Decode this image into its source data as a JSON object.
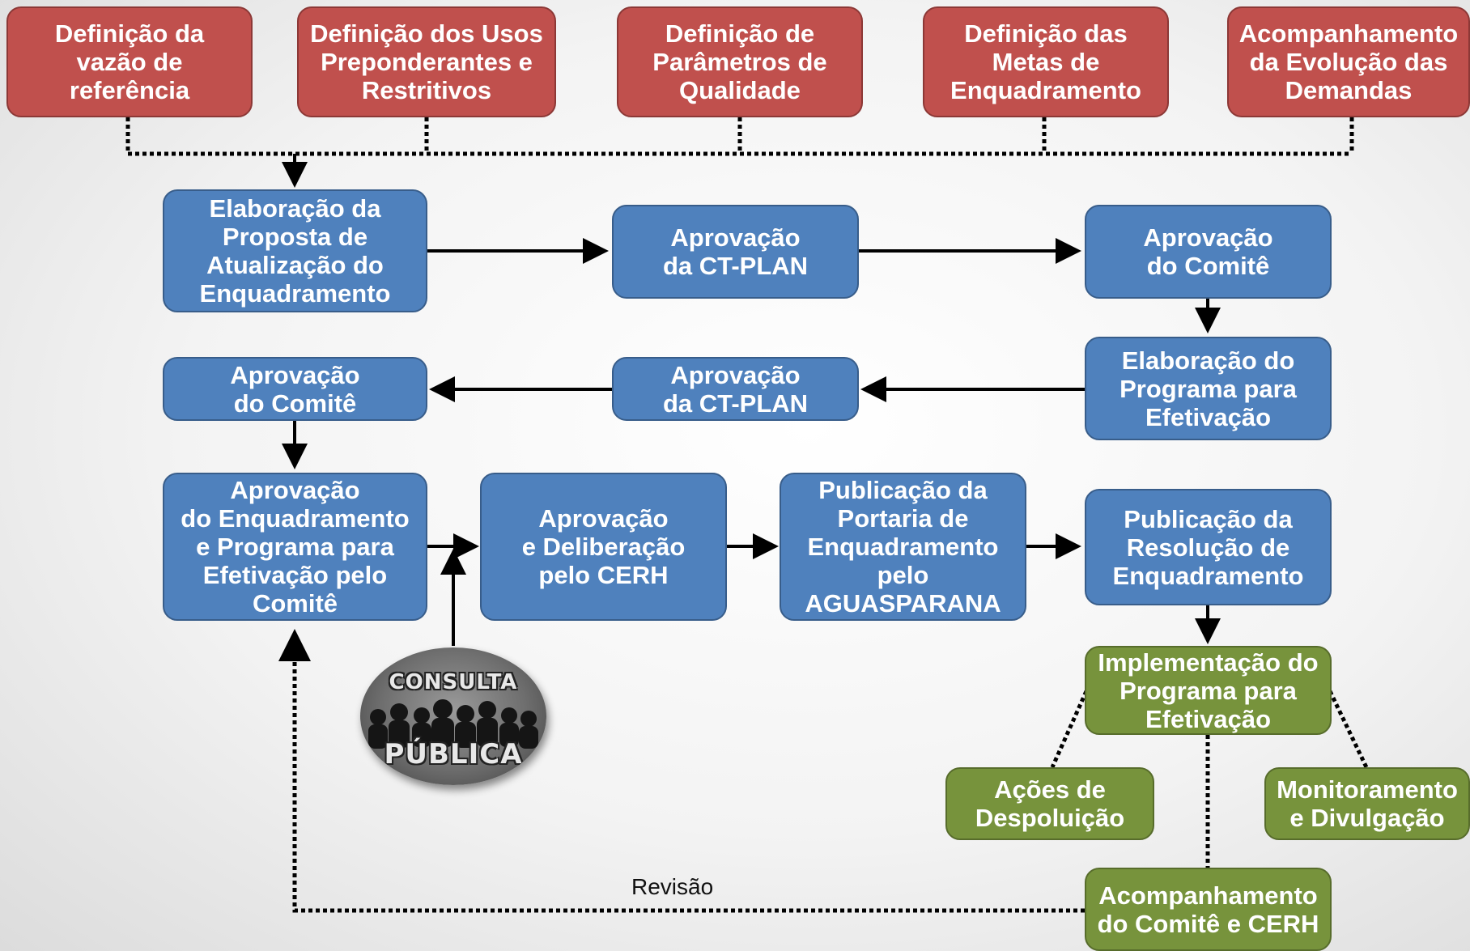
{
  "top_row": [
    {
      "text": "Definição da\nvazão de\nreferência"
    },
    {
      "text": "Definição dos Usos\nPreponderantes e\nRestritivos"
    },
    {
      "text": "Definição  de\nParâmetros de\nQualidade"
    },
    {
      "text": "Definição das\nMetas de\nEnquadramento"
    },
    {
      "text": "Acompanhamento\nda Evolução das\nDemandas"
    }
  ],
  "flow": {
    "elaboracao_proposta": "Elaboração da\nProposta de\nAtualização do\nEnquadramento",
    "aprovacao_ctplan_1": "Aprovação\nda CT-PLAN",
    "aprovacao_comite_1": "Aprovação\ndo Comitê",
    "elaboracao_programa": "Elaboração do\nPrograma para\nEfetivação",
    "aprovacao_ctplan_2": "Aprovação\nda CT-PLAN",
    "aprovacao_comite_2": "Aprovação\ndo Comitê",
    "aprovacao_enquadramento": "Aprovação\ndo Enquadramento\ne Programa para\nEfetivação pelo\nComitê",
    "aprovacao_cerh": "Aprovação\ne Deliberação\npelo CERH",
    "publicacao_portaria": "Publicação da\nPortaria de\nEnquadramento\npelo\nAGUASPARANA",
    "publicacao_resolucao": "Publicação da\nResolução de\nEnquadramento"
  },
  "green": {
    "implementacao": "Implementação do\nPrograma para\nEfetivação",
    "acoes": "Ações de\nDespoluição",
    "monitoramento": "Monitoramento\ne Divulgação",
    "acompanhamento": "Acompanhamento\ndo Comitê e CERH"
  },
  "consulta": {
    "top": "CONSULTA",
    "bottom": "PÚBLICA"
  },
  "revisao_label": "Revisão",
  "colors": {
    "red": "#c0504d",
    "blue": "#4f81bd",
    "green": "#77933c"
  }
}
